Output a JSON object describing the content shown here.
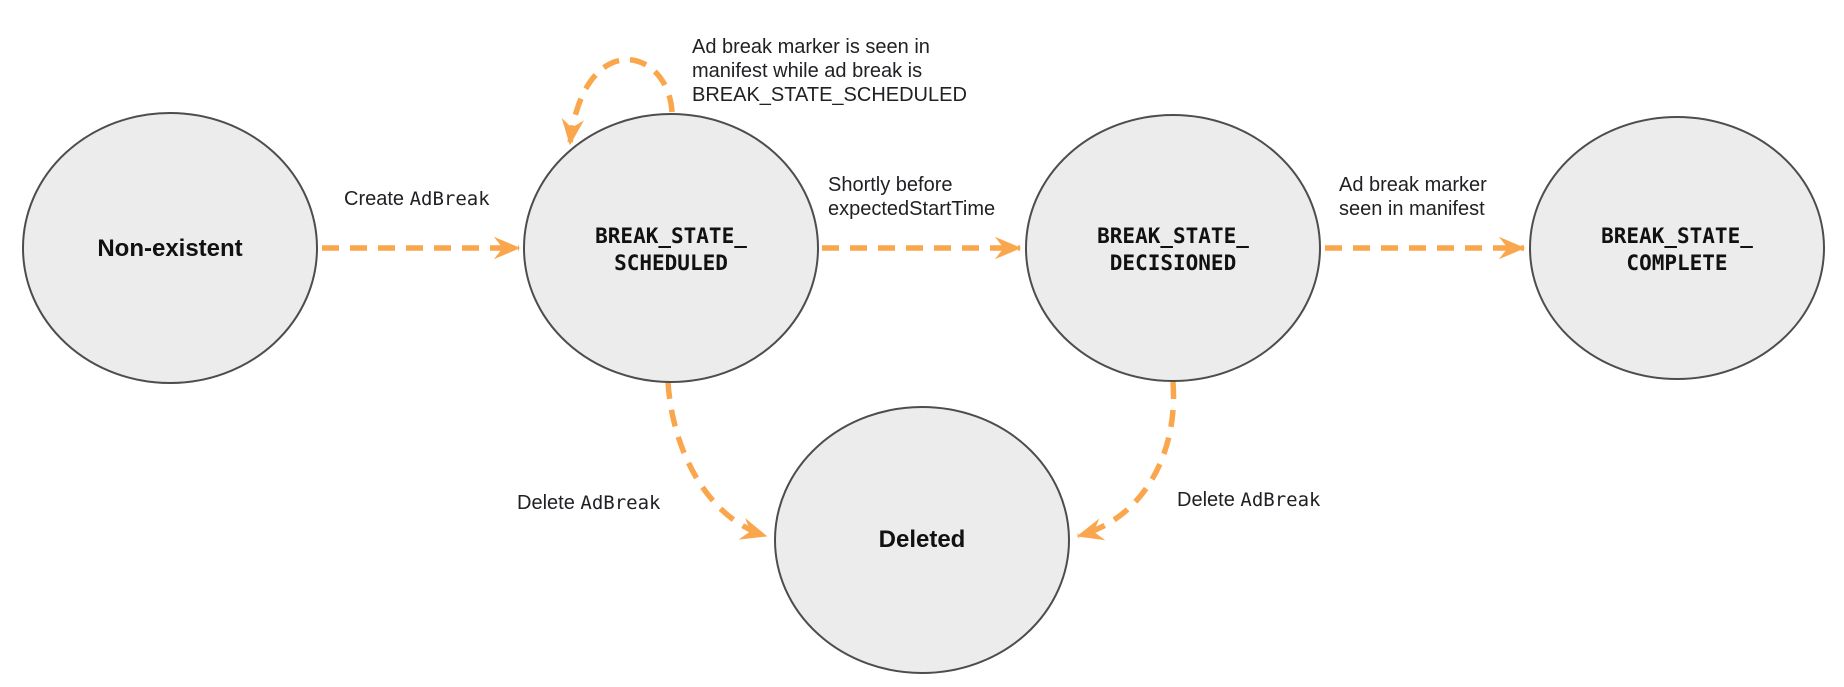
{
  "diagram": {
    "type": "state-machine",
    "colors": {
      "arrow": "#FAA64D",
      "node_fill": "#ECECEC",
      "node_border": "#4D4D4D",
      "text": "#1C1D1F"
    },
    "nodes": {
      "non_existent": {
        "label": "Non-existent"
      },
      "scheduled": {
        "line1": "BREAK_STATE_",
        "line2": "SCHEDULED"
      },
      "decisioned": {
        "line1": "BREAK_STATE_",
        "line2": "DECISIONED"
      },
      "complete": {
        "line1": "BREAK_STATE_",
        "line2": "COMPLETE"
      },
      "deleted": {
        "label": "Deleted"
      }
    },
    "edges": {
      "create": {
        "from": "non_existent",
        "to": "scheduled",
        "plain": "Create ",
        "code": "AdBreak"
      },
      "self_loop": {
        "from": "scheduled",
        "to": "scheduled",
        "line1": "Ad break marker is seen in",
        "line2": "manifest while ad break is",
        "code": "BREAK_STATE_SCHEDULED"
      },
      "to_decisioned": {
        "from": "scheduled",
        "to": "decisioned",
        "plain": "Shortly before",
        "code": "expectedStartTime"
      },
      "to_complete": {
        "from": "decisioned",
        "to": "complete",
        "line1": "Ad break marker",
        "line2": "seen in manifest"
      },
      "delete_from_scheduled": {
        "from": "scheduled",
        "to": "deleted",
        "plain": "Delete ",
        "code": "AdBreak"
      },
      "delete_from_decisioned": {
        "from": "decisioned",
        "to": "deleted",
        "plain": "Delete ",
        "code": "AdBreak"
      }
    }
  }
}
